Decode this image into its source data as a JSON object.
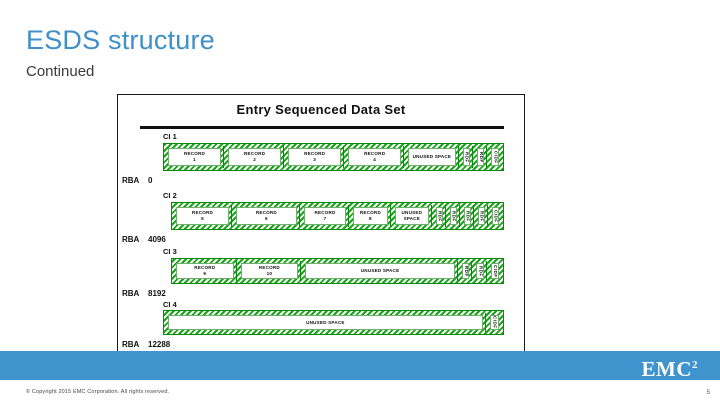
{
  "slide": {
    "title": "ESDS structure",
    "subtitle": "Continued",
    "title_color": "#3f90c8"
  },
  "diagram": {
    "title": "Entry Sequenced Data Set",
    "accent_color": "#16a516",
    "rows": [
      {
        "ci_label": "CI 1",
        "rba_key": "RBA",
        "rba_value": "0",
        "cells": [
          {
            "text": "RECORD 1",
            "line1": "RECORD",
            "line2": "1",
            "kind": "record",
            "flex": 19
          },
          {
            "text": "RECORD 2",
            "line1": "RECORD",
            "line2": "2",
            "kind": "record",
            "flex": 19
          },
          {
            "text": "RECORD 3",
            "line1": "RECORD",
            "line2": "3",
            "kind": "record",
            "flex": 19
          },
          {
            "text": "RECORD 4",
            "line1": "RECORD",
            "line2": "4",
            "kind": "record",
            "flex": 19
          },
          {
            "text": "UNUSED SPACE",
            "line1": "UNUSED SPACE",
            "line2": "",
            "kind": "unused",
            "flex": 17
          },
          {
            "text": "RDF",
            "line1": "RDF",
            "line2": "",
            "kind": "rdf",
            "flex": 2.6
          },
          {
            "text": "RDF",
            "line1": "RDF",
            "line2": "",
            "kind": "rdf",
            "flex": 2.6
          },
          {
            "text": "CIDF",
            "line1": "CIDF",
            "line2": "",
            "kind": "cidf",
            "flex": 2.8
          }
        ]
      },
      {
        "ci_label": "CI 2",
        "rba_key": "RBA",
        "rba_value": "4096",
        "cells": [
          {
            "text": "RECORD 5",
            "line1": "RECORD",
            "line2": "5",
            "kind": "record",
            "flex": 20
          },
          {
            "text": "RECORD 6",
            "line1": "RECORD",
            "line2": "6",
            "kind": "record",
            "flex": 23
          },
          {
            "text": "RECORD 7",
            "line1": "RECORD",
            "line2": "7",
            "kind": "record",
            "flex": 16
          },
          {
            "text": "RECORD 8",
            "line1": "RECORD",
            "line2": "8",
            "kind": "record",
            "flex": 13
          },
          {
            "text": "UNUSED SPACE",
            "line1": "UNUSED",
            "line2": "SPACE",
            "kind": "unused",
            "flex": 13
          },
          {
            "text": "RDF",
            "line1": "RDF",
            "line2": "",
            "kind": "rdf",
            "flex": 2.6
          },
          {
            "text": "RDF",
            "line1": "RDF",
            "line2": "",
            "kind": "rdf",
            "flex": 2.6
          },
          {
            "text": "RDF",
            "line1": "RDF",
            "line2": "",
            "kind": "rdf",
            "flex": 2.6
          },
          {
            "text": "RDF",
            "line1": "RDF",
            "line2": "",
            "kind": "rdf",
            "flex": 2.6
          },
          {
            "text": "CIDF",
            "line1": "CIDF",
            "line2": "",
            "kind": "cidf",
            "flex": 2.8
          }
        ]
      },
      {
        "ci_label": "CI 3",
        "rba_key": "RBA",
        "rba_value": "8192",
        "cells": [
          {
            "text": "RECORD 9",
            "line1": "RECORD",
            "line2": "9",
            "kind": "record",
            "flex": 20
          },
          {
            "text": "RECORD 10",
            "line1": "RECORD",
            "line2": "10",
            "kind": "record",
            "flex": 20
          },
          {
            "text": "UNUSED SPACE",
            "line1": "UNUSED SPACE",
            "line2": "",
            "kind": "unused",
            "flex": 52
          },
          {
            "text": "RDF",
            "line1": "RDF",
            "line2": "",
            "kind": "rdf",
            "flex": 2.6
          },
          {
            "text": "RDF",
            "line1": "RDF",
            "line2": "",
            "kind": "rdf",
            "flex": 2.6
          },
          {
            "text": "CIDF",
            "line1": "CIDF",
            "line2": "",
            "kind": "cidf",
            "flex": 2.8
          }
        ]
      },
      {
        "ci_label": "CI 4",
        "rba_key": "RBA",
        "rba_value": "12288",
        "cells": [
          {
            "text": "UNUSED SPACE",
            "line1": "UNUSED SPACE",
            "line2": "",
            "kind": "unused",
            "flex": 95
          },
          {
            "text": "CIDF",
            "line1": "CIDF",
            "line2": "",
            "kind": "cidf",
            "flex": 2.8
          }
        ]
      }
    ]
  },
  "footer": {
    "logo_text": "EMC",
    "logo_superscript": "2",
    "copyright": "© Copyright 2015 EMC Corporation. All rights reserved.",
    "page_number": "5",
    "band_color": "#3f94cd"
  }
}
